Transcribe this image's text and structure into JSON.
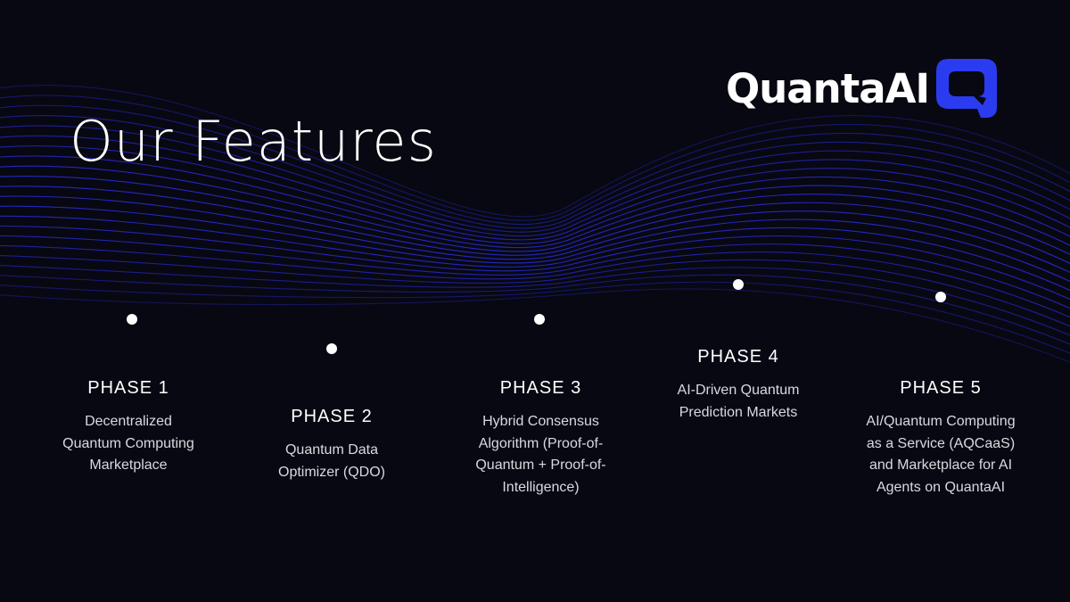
{
  "title": "Our Features",
  "logo": {
    "text": "QuantaAI",
    "mark_color": "#2b3cf0"
  },
  "colors": {
    "background": "#080812",
    "wave": "#2a2ee0",
    "text": "#ffffff",
    "subtext": "#d9d9e0"
  },
  "phases": [
    {
      "label": "PHASE 1",
      "description": "Decentralized Quantum Computing Marketplace"
    },
    {
      "label": "PHASE 2",
      "description": "Quantum Data Optimizer (QDO)"
    },
    {
      "label": "PHASE 3",
      "description": "Hybrid Consensus Algorithm (Proof-of-Quantum + Proof-of-Intelligence)"
    },
    {
      "label": "PHASE 4",
      "description": "AI-Driven Quantum Prediction Markets"
    },
    {
      "label": "PHASE 5",
      "description": "AI/Quantum Computing as a Service (AQCaaS) and Marketplace for AI Agents on QuantaAI"
    }
  ]
}
